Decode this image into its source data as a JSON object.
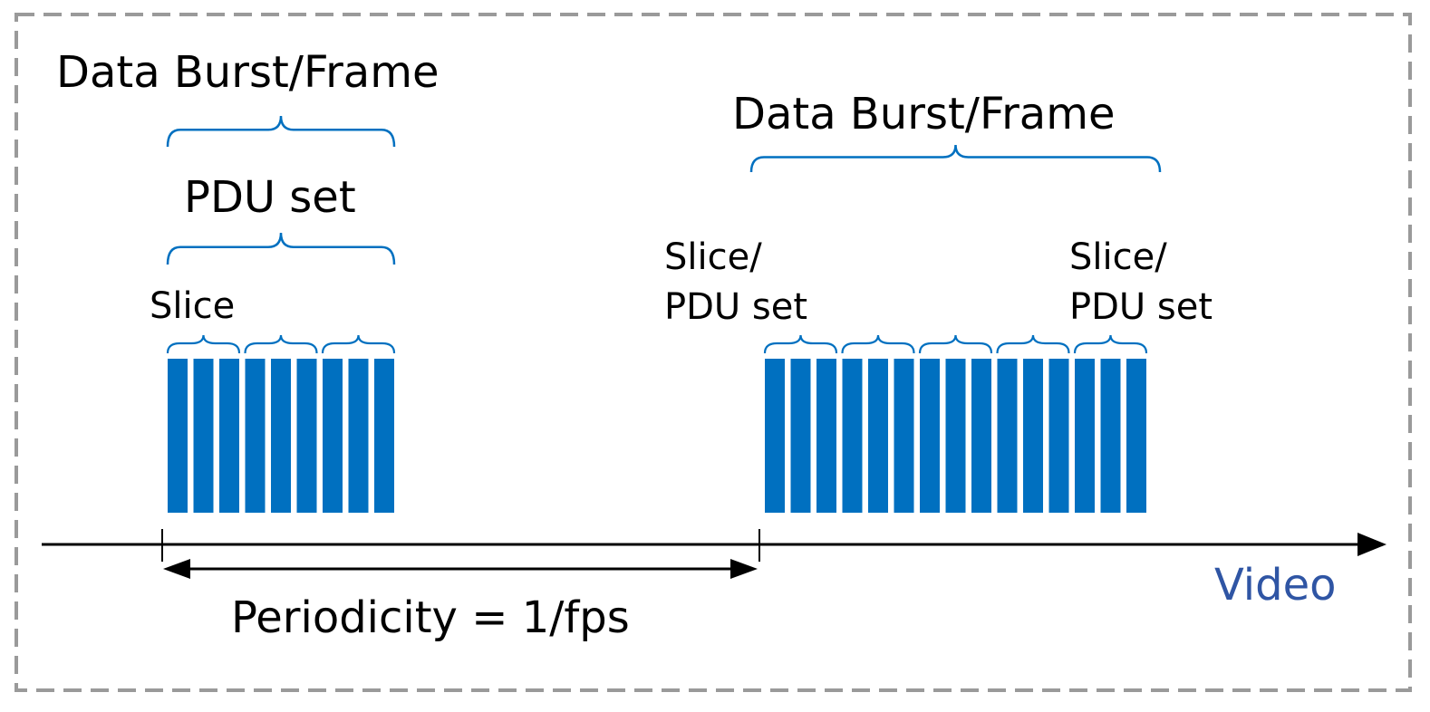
{
  "colors": {
    "packet": "#0070c0",
    "brace": "#0070c0",
    "axis": "#000000",
    "video_label": "#2f55a4",
    "border": "#9a9a9a"
  },
  "frame1": {
    "title": "Data Burst/Frame",
    "pdu_set_label": "PDU set",
    "slice_label": "Slice",
    "slices": [
      3,
      3,
      3
    ]
  },
  "frame2": {
    "title": "Data Burst/Frame",
    "slice_pdu_label_line1": "Slice/",
    "slice_pdu_label_line2": "PDU set",
    "slice_pdu_label_right_line1": "Slice/",
    "slice_pdu_label_right_line2": "PDU set",
    "slices": [
      3,
      3,
      3,
      3,
      3
    ]
  },
  "axis": {
    "label": "Video",
    "icon": "arrow-right-icon"
  },
  "periodicity": {
    "label": "Periodicity = 1/fps",
    "icon": "double-arrow-icon"
  }
}
